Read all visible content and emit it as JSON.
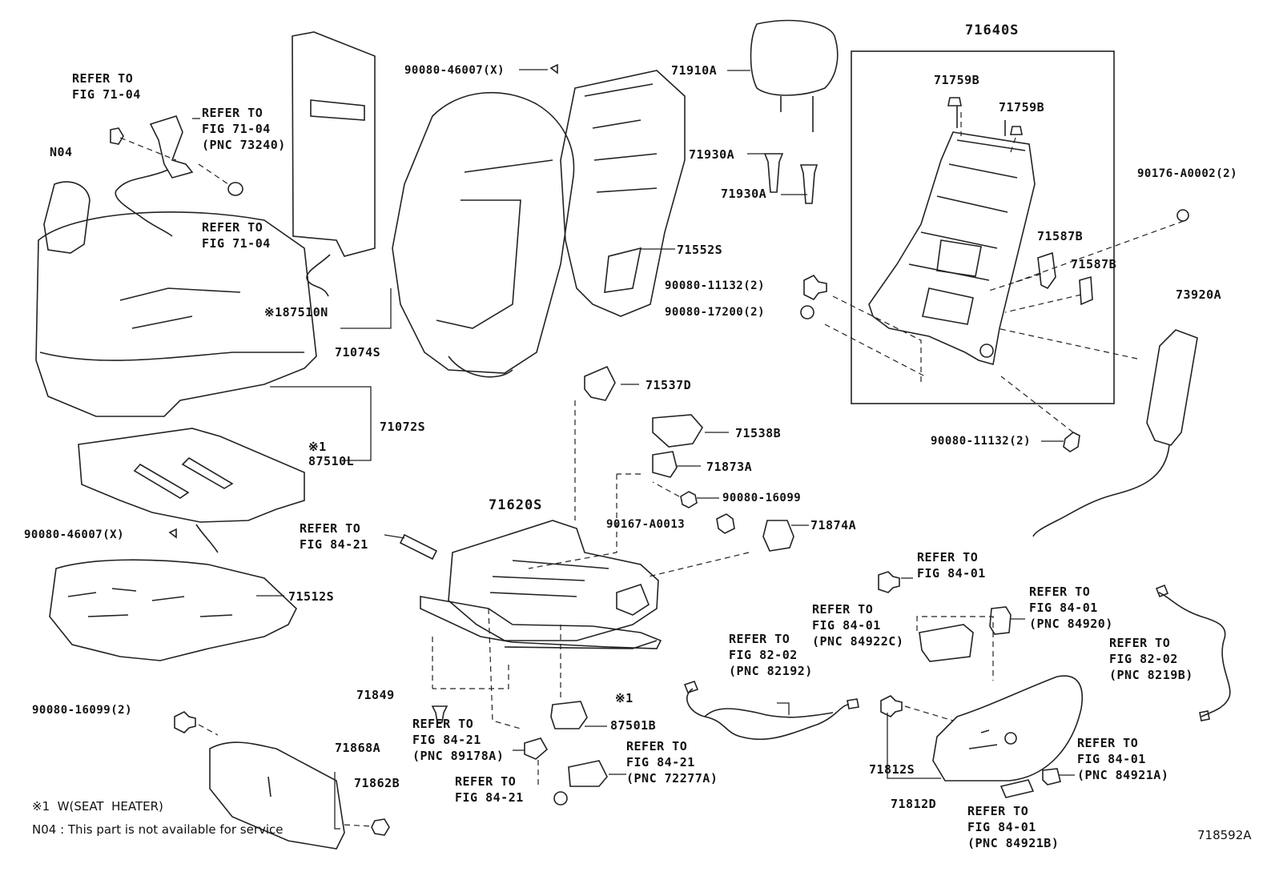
{
  "diagram_id": "718592A",
  "notes": {
    "heater": "※1  W(SEAT  HEATER)",
    "n04": "N04 : This part is not available for service"
  },
  "labels": {
    "p71640S": "71640S",
    "p71759B_a": "71759B",
    "p71759B_b": "71759B",
    "p90176": "90176-A0002(2)",
    "p71587B_a": "71587B",
    "p71587B_b": "71587B",
    "p73920A": "73920A",
    "p90080_11132_a": "90080-11132(2)",
    "p90080_17200": "90080-17200(2)",
    "p90080_11132_b": "90080-11132(2)",
    "p71910A": "71910A",
    "p71930A_a": "71930A",
    "p71930A_b": "71930A",
    "p71552S": "71552S",
    "p90080_46007_top": "90080-46007(X)",
    "p87510N": "※187510N",
    "p71074S": "71074S",
    "p71072S": "71072S",
    "p87510L_mark": "※1",
    "p87510L": "87510L",
    "p90080_46007_bot": "90080-46007(X)",
    "p71512S": "71512S",
    "p71537D": "71537D",
    "p71538B": "71538B",
    "p71873A": "71873A",
    "p90080_16099": "90080-16099",
    "p90167": "90167-A0013",
    "p71874A": "71874A",
    "p71620S": "71620S",
    "p71849": "71849",
    "p87501B_mark": "※1",
    "p87501B": "87501B",
    "p90080_16099_2": "90080-16099(2)",
    "p71868A": "71868A",
    "p71862B": "71862B",
    "p71812S": "71812S",
    "p71812D": "71812D",
    "p_n04": "N04"
  },
  "refs": {
    "r_fig7104_a": "REFER TO\nFIG 71-04",
    "r_fig7104_b": "REFER TO\nFIG 71-04\n(PNC 73240)",
    "r_fig7104_c": "REFER TO\nFIG 71-04",
    "r_fig8421_a": "REFER TO\nFIG 84-21",
    "r_fig8401_a": "REFER TO\nFIG 84-01",
    "r_fig8401_b": "REFER TO\nFIG 84-01\n(PNC 84920)",
    "r_fig8401_c": "REFER TO\nFIG 84-01\n(PNC 84922C)",
    "r_fig8202_a": "REFER TO\nFIG 82-02\n(PNC 82192)",
    "r_fig8202_b": "REFER TO\nFIG 82-02\n(PNC 8219B)",
    "r_fig8421_b": "REFER TO\nFIG 84-21\n(PNC 89178A)",
    "r_fig8421_c": "REFER TO\nFIG 84-21\n(PNC 72277A)",
    "r_fig8421_d": "REFER TO\nFIG 84-21",
    "r_fig8401_d": "REFER TO\nFIG 84-01\n(PNC 84921A)",
    "r_fig8401_e": "REFER TO\nFIG 84-01\n(PNC 84921B)"
  }
}
